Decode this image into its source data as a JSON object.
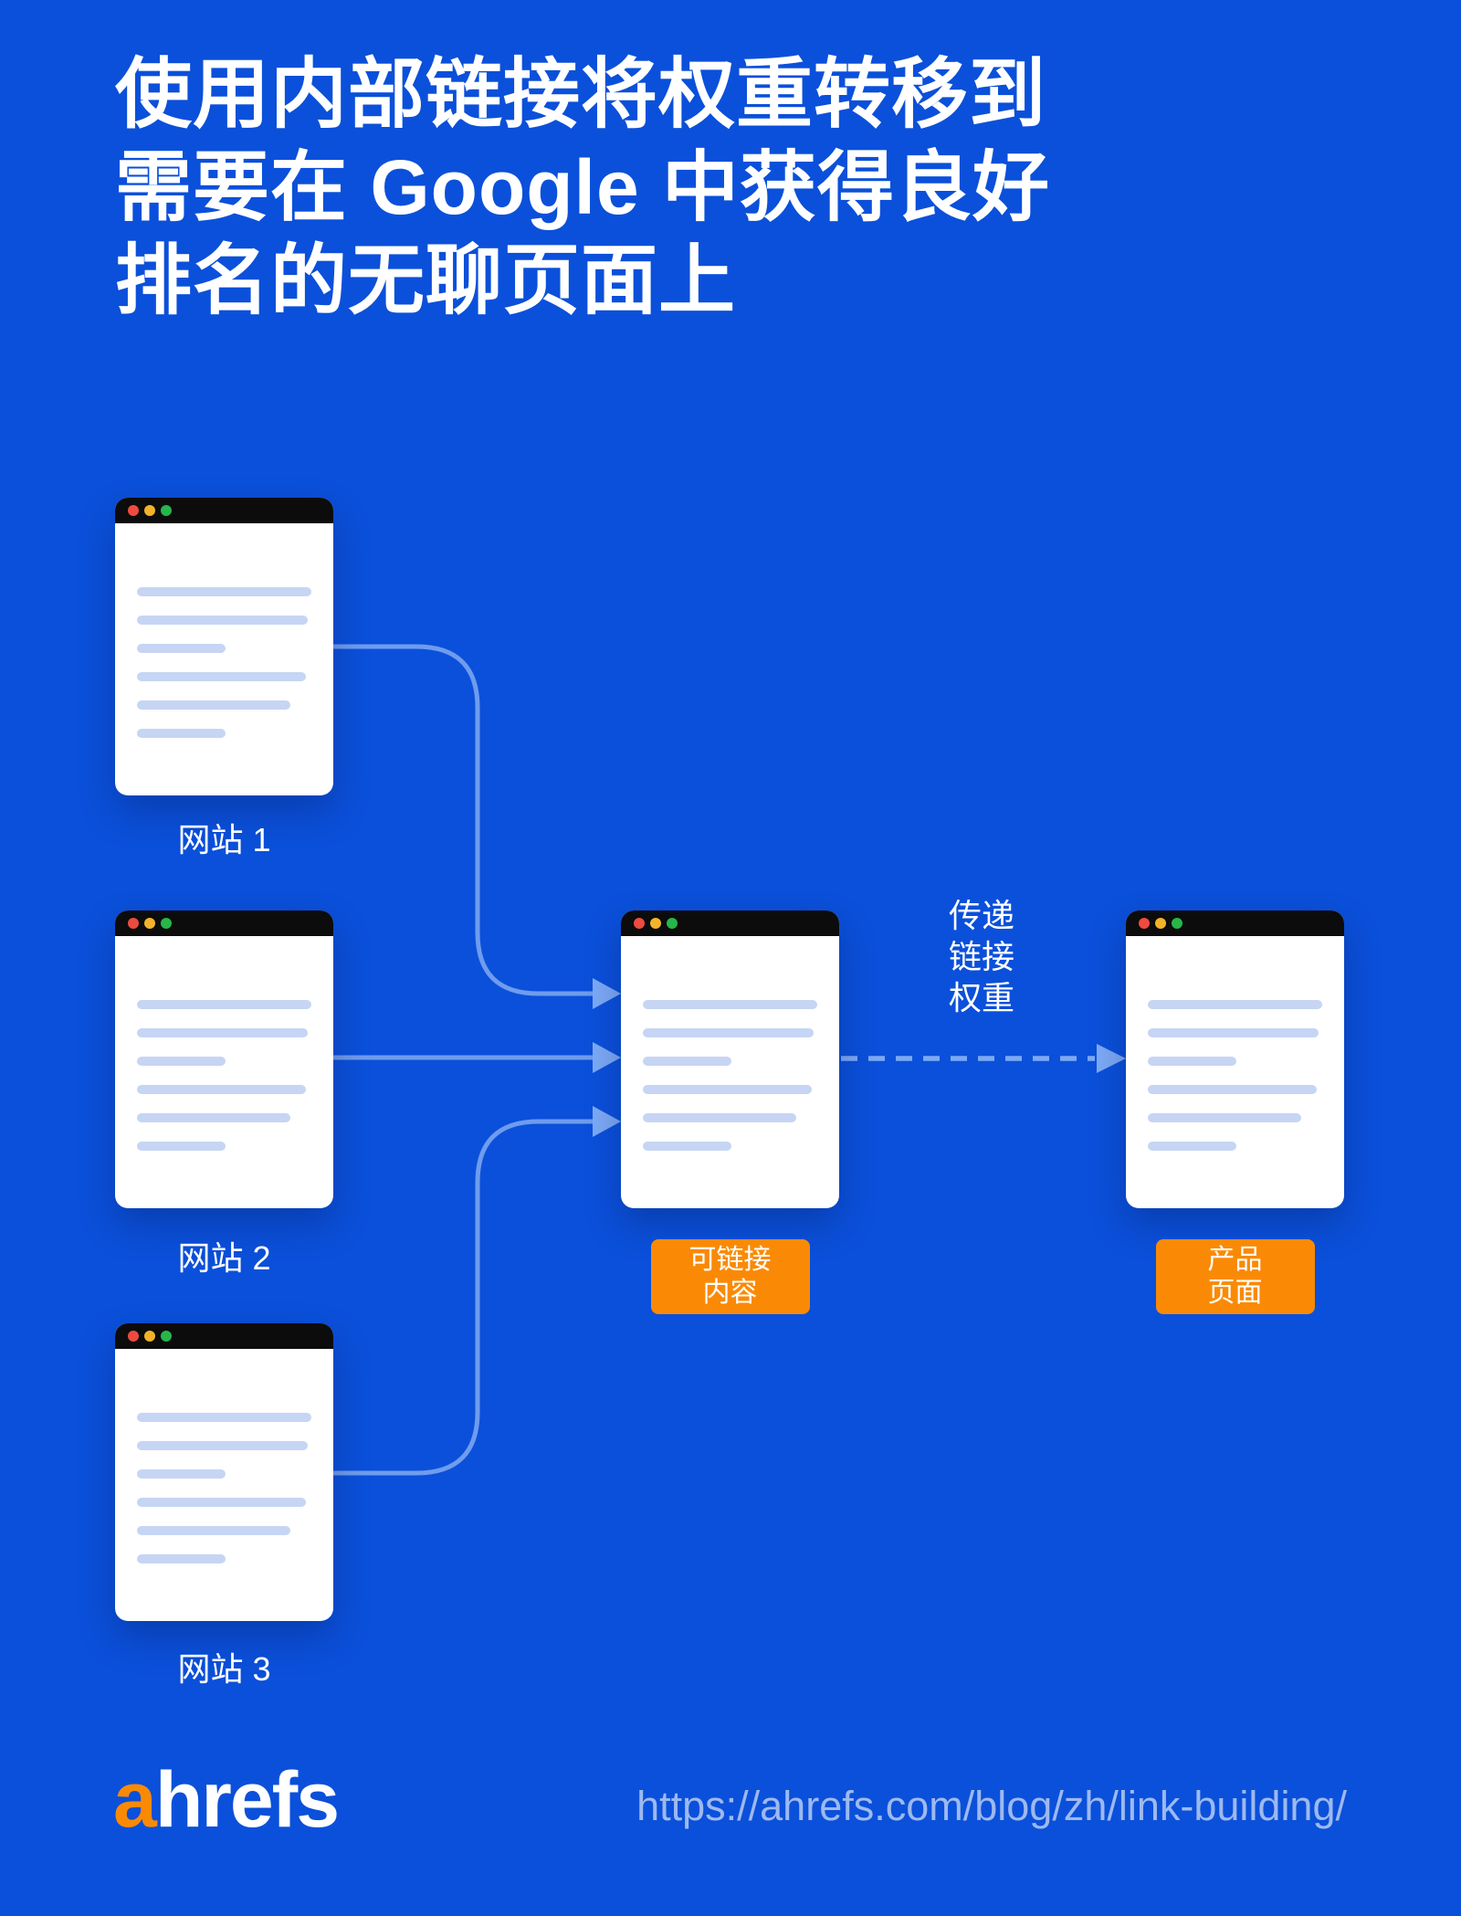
{
  "title": {
    "line1": "使用内部链接将权重转移到",
    "line2": "需要在 Google 中获得良好",
    "line3": "排名的无聊页面上"
  },
  "diagram": {
    "websites": [
      {
        "label": "网站 1"
      },
      {
        "label": "网站 2"
      },
      {
        "label": "网站 3"
      }
    ],
    "hub_label": {
      "line1": "可链接",
      "line2": "内容"
    },
    "product_label": {
      "line1": "产品",
      "line2": "页面"
    },
    "flow_label": {
      "line1": "传递",
      "line2": "链接",
      "line3": "权重"
    },
    "icons": {
      "traffic_light_close": "red-dot",
      "traffic_light_minimize": "yellow-dot",
      "traffic_light_zoom": "green-dot",
      "arrowhead": "right-triangle"
    }
  },
  "footer": {
    "logo_prefix": "a",
    "logo_suffix": "hrefs",
    "url": "https://ahrefs.com/blog/zh/link-building/"
  },
  "colors": {
    "background": "#0b50da",
    "accent_orange": "#fa8a05",
    "window_titlebar": "#0c0c0c",
    "skeleton_line": "#c6d5f4",
    "arrow_stroke": "#6f9cee",
    "arrowhead_fill": "#7da9f5",
    "dot_red": "#ee4b3f",
    "dot_yellow": "#f2b32b",
    "dot_green": "#27b64a",
    "url_text": "#9db9f0",
    "title_text": "#ffffff"
  }
}
